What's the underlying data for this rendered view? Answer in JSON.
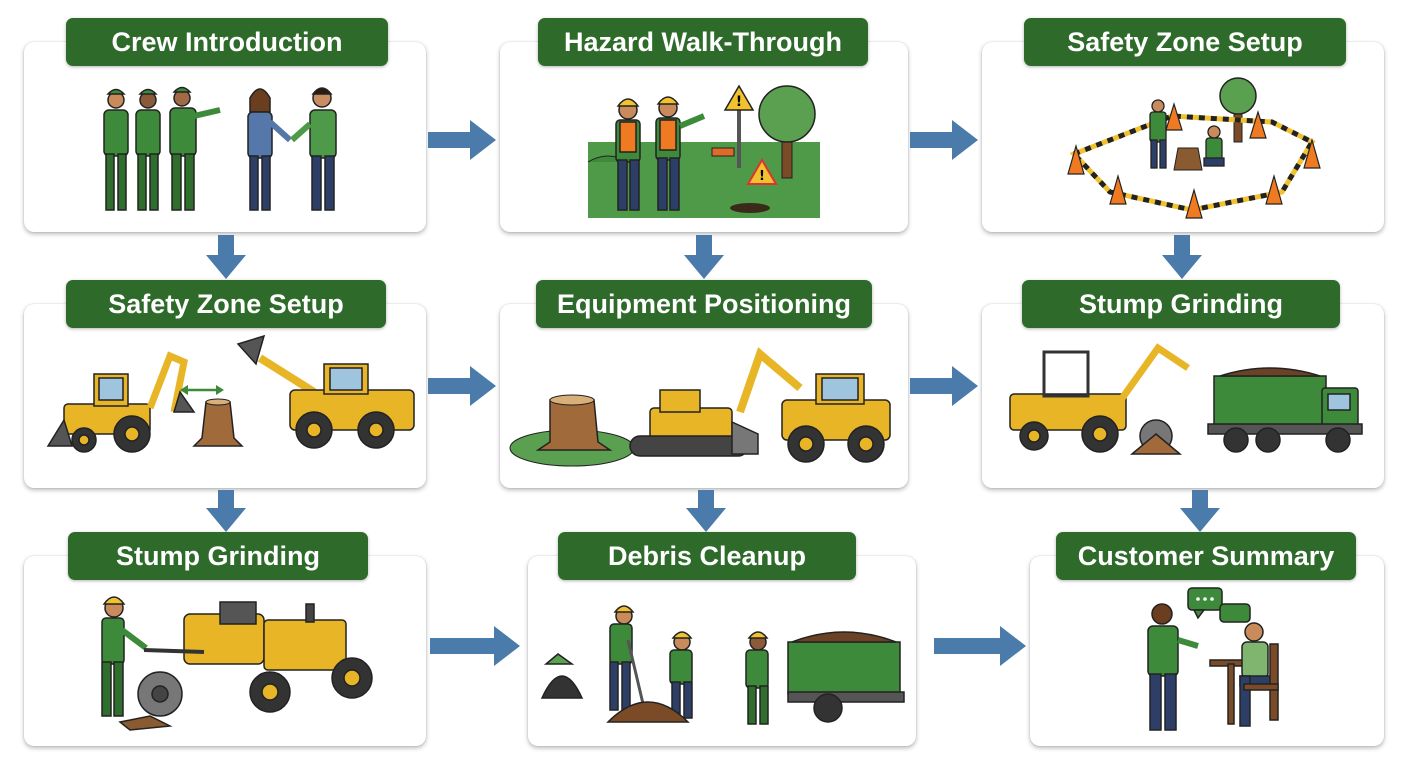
{
  "steps": [
    {
      "id": "s1",
      "title": "Crew Introduction",
      "icon": "crew-handshake-icon"
    },
    {
      "id": "s2",
      "title": "Hazard Walk-Through",
      "icon": "hazard-inspection-icon"
    },
    {
      "id": "s3",
      "title": "Safety Zone Setup",
      "icon": "traffic-cones-icon"
    },
    {
      "id": "s4",
      "title": "Safety Zone Setup",
      "icon": "machines-clearance-icon"
    },
    {
      "id": "s5",
      "title": "Equipment Positioning",
      "icon": "excavator-dozer-icon"
    },
    {
      "id": "s6",
      "title": "Stump Grinding",
      "icon": "grinder-dump-truck-icon"
    },
    {
      "id": "s7",
      "title": "Stump Grinding",
      "icon": "stump-grinder-icon"
    },
    {
      "id": "s8",
      "title": "Debris Cleanup",
      "icon": "raking-debris-icon"
    },
    {
      "id": "s9",
      "title": "Customer Summary",
      "icon": "conversation-icon"
    }
  ],
  "colors": {
    "title_bg": "#2e6b2b",
    "arrow": "#4a7bab",
    "machine": "#e8b526",
    "uniform": "#3d8a3a"
  }
}
